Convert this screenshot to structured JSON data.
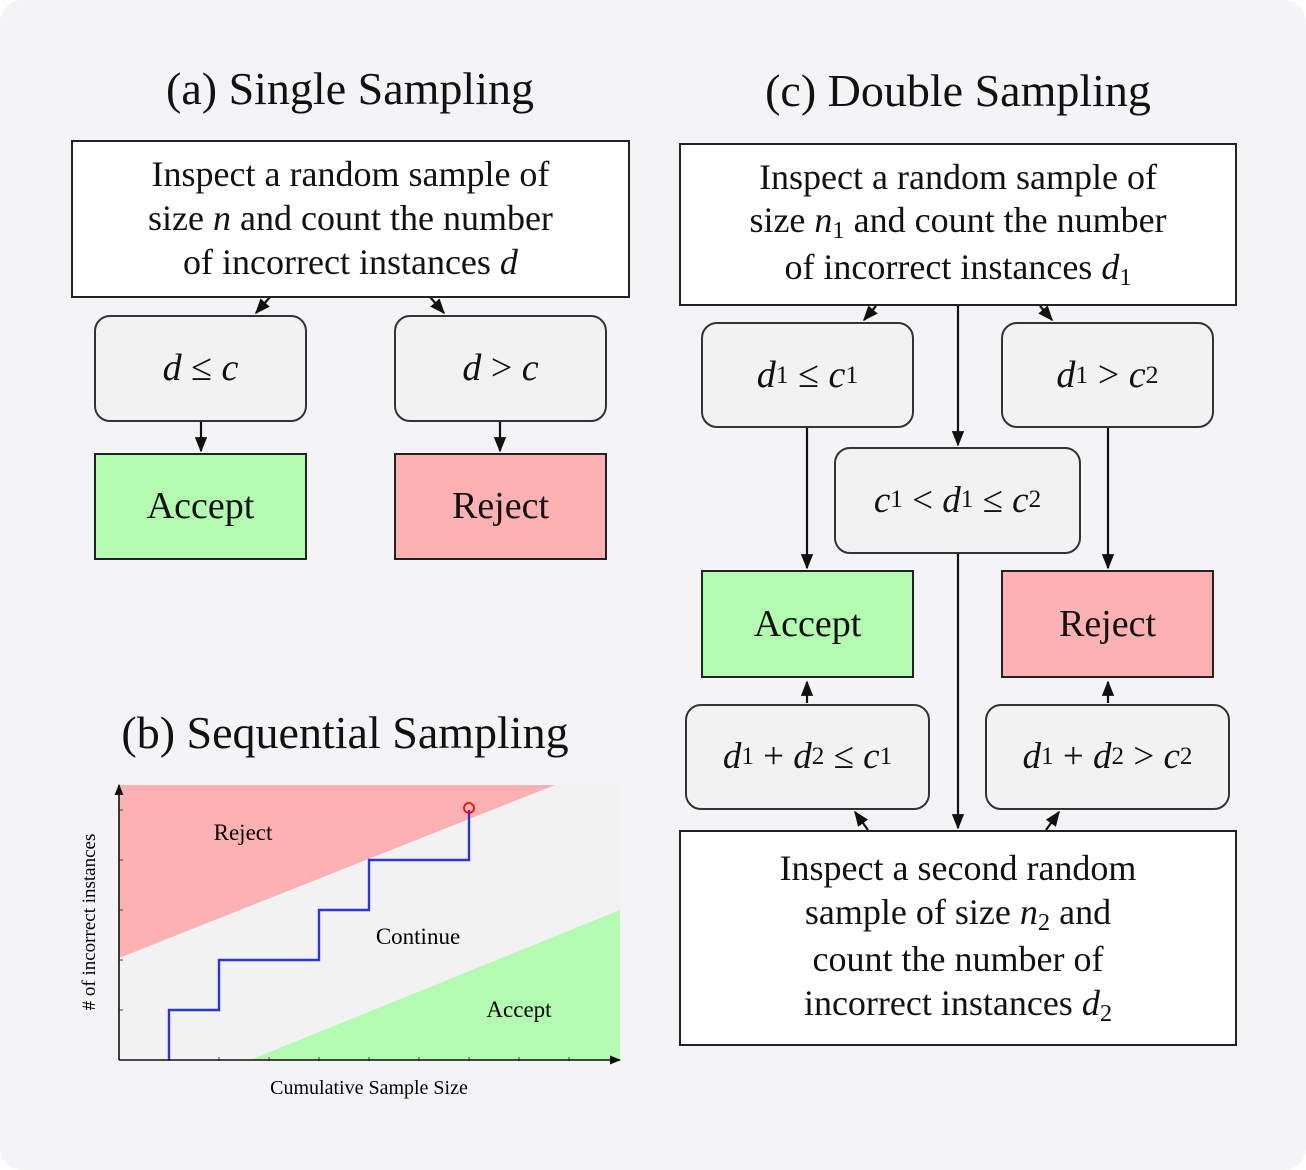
{
  "panel_a": {
    "title": "(a) Single Sampling",
    "inspect": {
      "line1": "Inspect a random sample of",
      "line2_pre": "size",
      "n": "n",
      "line2_post": "and count the number",
      "line3_pre": "of incorrect instances",
      "d": "d"
    },
    "cond_left": {
      "lhs": "d",
      "op": "≤",
      "rhs": "c"
    },
    "cond_right": {
      "lhs": "d",
      "op": ">",
      "rhs": "c"
    },
    "accept": "Accept",
    "reject": "Reject"
  },
  "panel_b": {
    "title": "(b) Sequential Sampling",
    "region_reject": "Reject",
    "region_continue": "Continue",
    "region_accept": "Accept",
    "xlabel": "Cumulative Sample Size",
    "ylabel": "# of incorrect instances"
  },
  "panel_c": {
    "title": "(c) Double Sampling",
    "inspect1": {
      "line1": "Inspect a random sample of",
      "line2_pre": "size",
      "n": "n",
      "n_sub": "1",
      "line2_post": "and count the number",
      "line3_pre": "of incorrect instances",
      "d": "d",
      "d_sub": "1"
    },
    "cond_accept": {
      "d": "d",
      "d_sub": "1",
      "op": "≤",
      "c": "c",
      "c_sub": "1"
    },
    "cond_reject": {
      "d": "d",
      "d_sub": "1",
      "op": ">",
      "c": "c",
      "c_sub": "2"
    },
    "cond_middle": {
      "c1": "c",
      "c1_sub": "1",
      "op1": "<",
      "d": "d",
      "d_sub": "1",
      "op2": "≤",
      "c2": "c",
      "c2_sub": "2"
    },
    "accept": "Accept",
    "reject": "Reject",
    "cond2_accept": {
      "d1": "d",
      "d1_sub": "1",
      "plus": "+",
      "d2": "d",
      "d2_sub": "2",
      "op": "≤",
      "c": "c",
      "c_sub": "1"
    },
    "cond2_reject": {
      "d1": "d",
      "d1_sub": "1",
      "plus": "+",
      "d2": "d",
      "d2_sub": "2",
      "op": ">",
      "c": "c",
      "c_sub": "2"
    },
    "inspect2": {
      "line1": "Inspect a second random",
      "line2_pre": "sample of size",
      "n": "n",
      "n_sub": "2",
      "line2_post": "and",
      "line3": "count the number of",
      "line4_pre": "incorrect instances",
      "d": "d",
      "d_sub": "2"
    }
  },
  "colors": {
    "accept": "#b2fbb1",
    "reject": "#feb1b2",
    "path": "#2a35e0",
    "endpoint": "#e01010"
  }
}
